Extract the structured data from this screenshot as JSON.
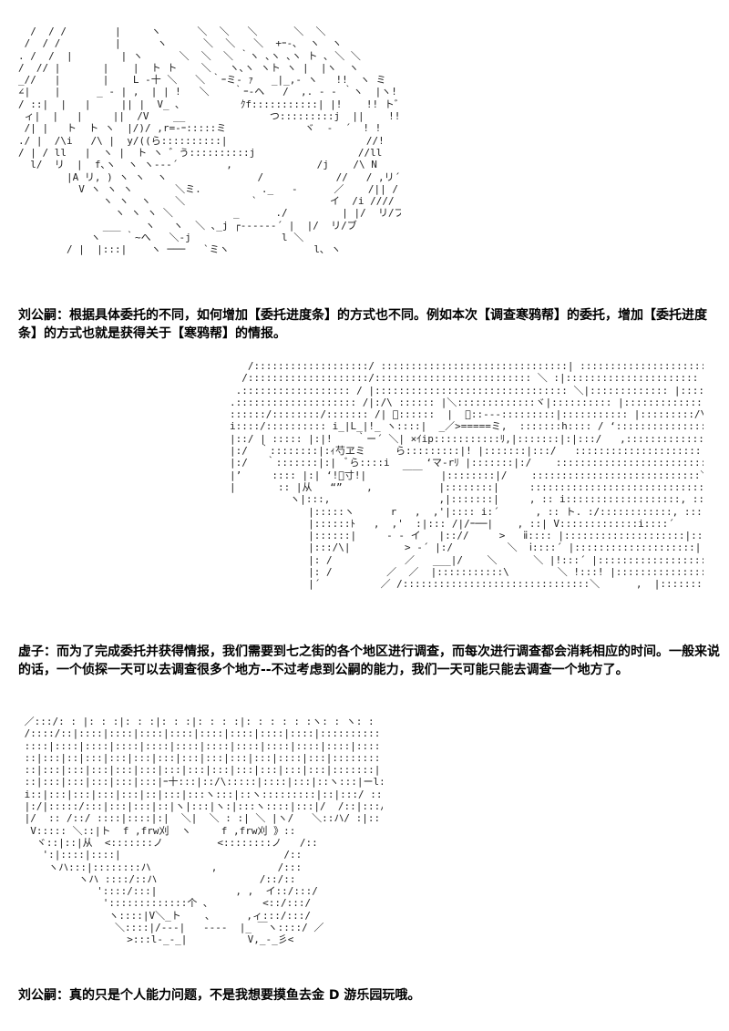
{
  "panels": [
    {
      "art_label": "ascii-art-character-face-1",
      "caption": "刘公嗣：根据具体委托的不同，如何增加【委托进度条】的方式也不同。例如本次【调查寒鸦帮】的委托，增加【委托进度条】的方式也就是获得关于【寒鸦帮】的情报。"
    },
    {
      "art_label": "ascii-art-character-face-2",
      "caption": "虚子：而为了完成委托并获得情报，我们需要到七之街的各个地区进行调查，而每次进行调查都会消耗相应的时间。一般来说的话，一个侦探一天可以去调查很多个地方--不过考虑到公嗣的能力，我们一天可能只能去调查一个地方了。"
    },
    {
      "art_label": "ascii-art-character-face-3",
      "caption": "刘公嗣：真的只是个人能力问题，不是我想要摸鱼去金 D 游乐园玩哦。"
    }
  ]
}
